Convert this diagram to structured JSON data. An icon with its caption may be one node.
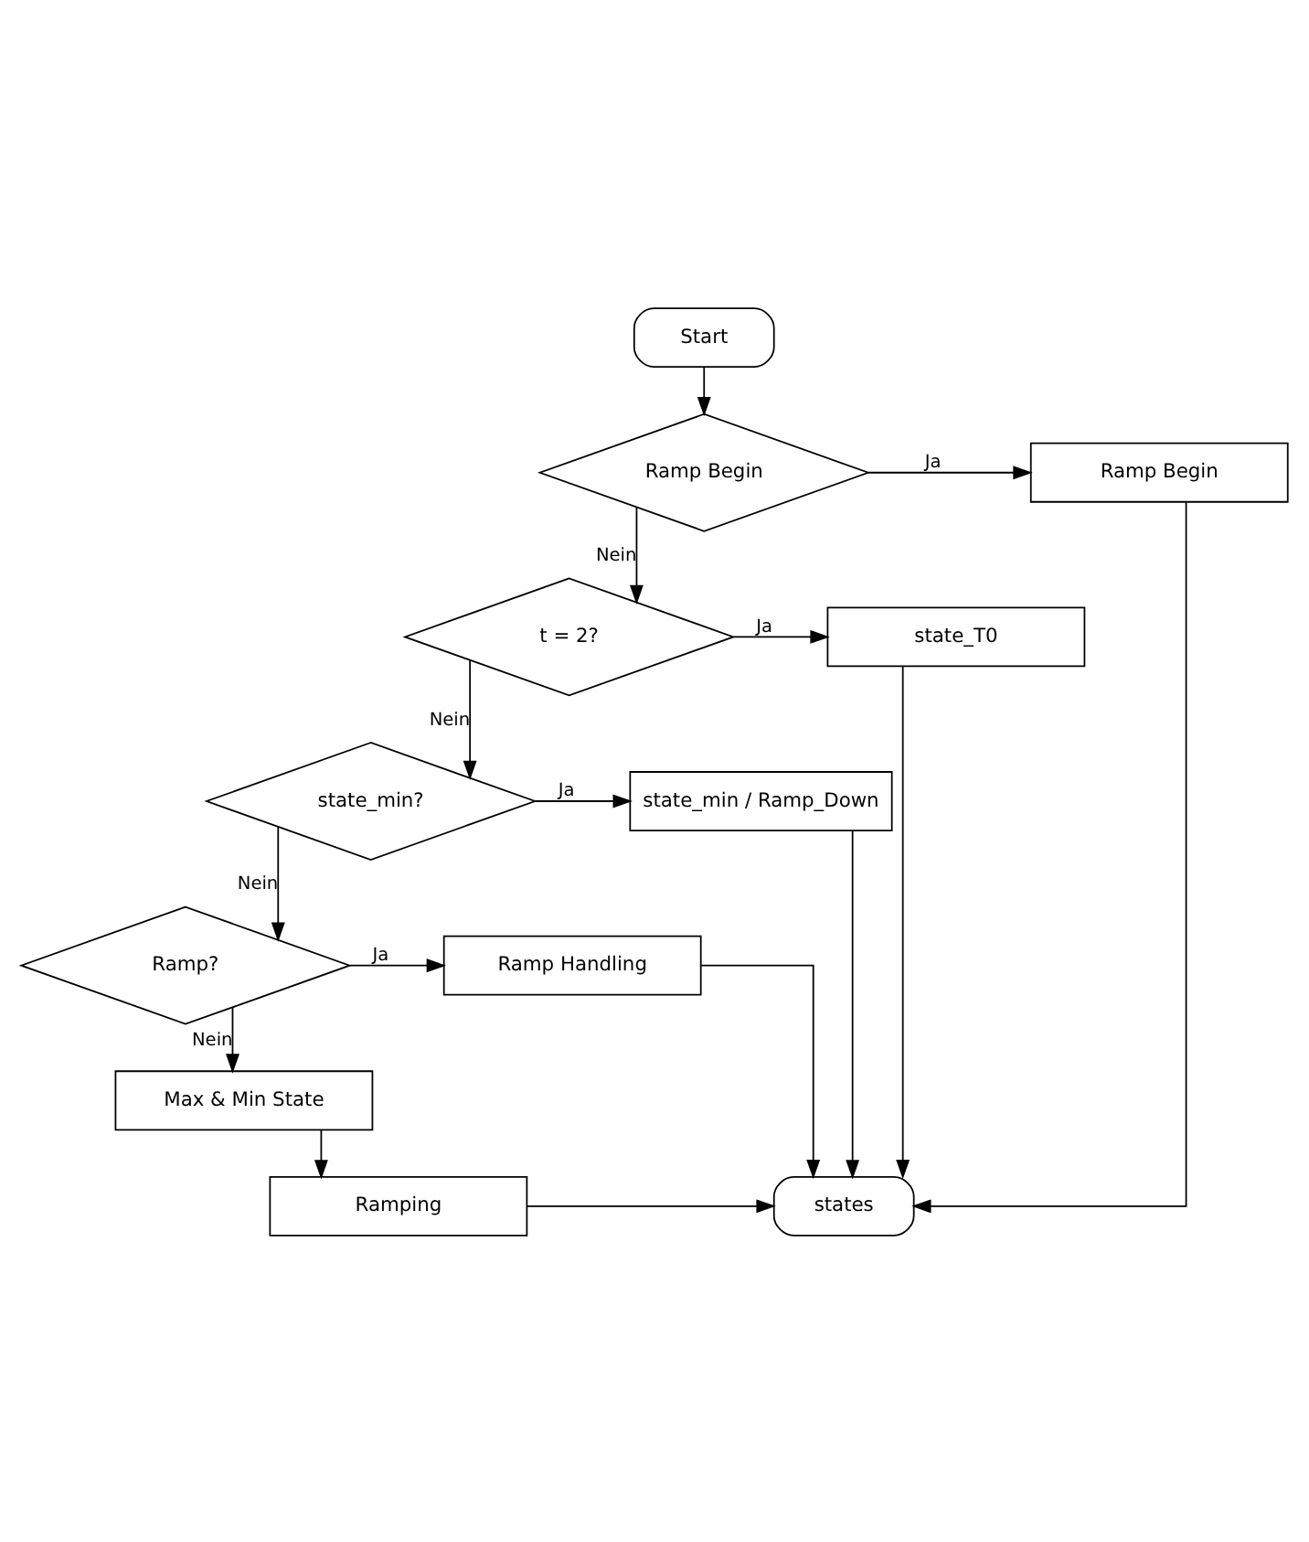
{
  "diagram": {
    "nodes": [
      {
        "text": [
          "Start"
        ]
      },
      {
        "text": [
          "Ramp Begin"
        ]
      },
      {
        "text": [
          "Ramp Begin"
        ]
      },
      {
        "text": [
          "t = 2?"
        ]
      },
      {
        "text": [
          "state_T0"
        ]
      },
      {
        "text": [
          "state_min?"
        ]
      },
      {
        "text": [
          "state_min / Ramp_Down"
        ]
      },
      {
        "text": [
          "Ramp?"
        ]
      },
      {
        "text": [
          "Ramp Handling"
        ]
      },
      {
        "text": [
          "Max & Min State"
        ]
      },
      {
        "text": [
          "Ramping"
        ]
      },
      {
        "text": [
          "states"
        ]
      }
    ],
    "edges": [
      {
        "from": 0,
        "to": 1,
        "arrow": "to"
      },
      {
        "from": 1,
        "to": 2,
        "arrow": "to",
        "label": "Ja"
      },
      {
        "from": 1,
        "to": 3,
        "arrow": "to",
        "label": "Nein"
      },
      {
        "from": 3,
        "to": 4,
        "arrow": "to",
        "label": "Ja"
      },
      {
        "from": 3,
        "to": 5,
        "arrow": "to",
        "label": "Nein"
      },
      {
        "from": 5,
        "to": 6,
        "arrow": "to",
        "label": "Ja"
      },
      {
        "from": 5,
        "to": 7,
        "arrow": "to",
        "label": "Nein"
      },
      {
        "from": 7,
        "to": 8,
        "arrow": "to",
        "label": "Ja"
      },
      {
        "from": 7,
        "to": 9,
        "arrow": "to",
        "label": "Nein"
      },
      {
        "from": 9,
        "to": 10,
        "arrow": "to"
      },
      {
        "from": 10,
        "to": 11,
        "arrow": "to"
      },
      {
        "from": 2,
        "to": 11,
        "arrow": "to"
      },
      {
        "from": 4,
        "to": 11,
        "arrow": "to"
      },
      {
        "from": 6,
        "to": 11,
        "arrow": "to"
      },
      {
        "from": 8,
        "to": 11,
        "arrow": "to"
      }
    ]
  }
}
